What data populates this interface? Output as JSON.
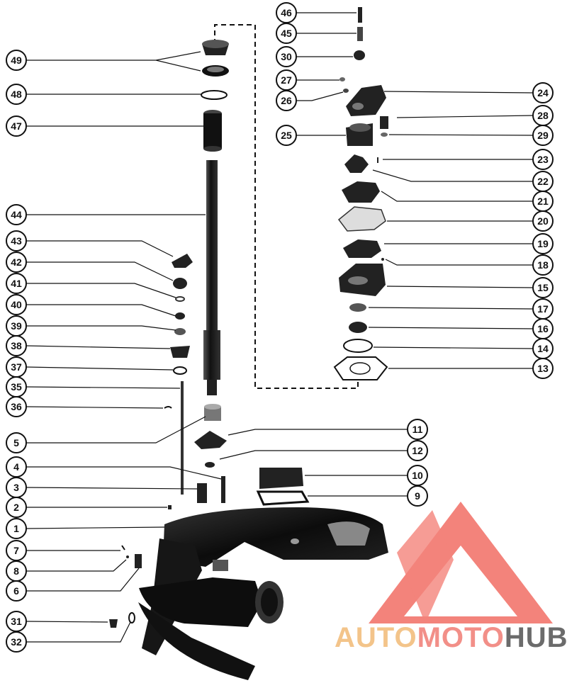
{
  "diagram": {
    "callouts_left": [
      "49",
      "48",
      "47",
      "44",
      "43",
      "42",
      "41",
      "40",
      "39",
      "38",
      "37",
      "35",
      "36",
      "5",
      "4",
      "3",
      "2",
      "1",
      "7",
      "8",
      "6",
      "31",
      "32"
    ],
    "callouts_right": [
      "46",
      "45",
      "30",
      "27",
      "26",
      "25",
      "24",
      "28",
      "29",
      "23",
      "22",
      "21",
      "20",
      "19",
      "18",
      "15",
      "17",
      "16",
      "14",
      "13",
      "11",
      "12",
      "10",
      "9"
    ]
  },
  "watermark": {
    "logo_name": "automotohub-logo",
    "parts": [
      "AUTO",
      "MOTO",
      "HUB"
    ],
    "colors": {
      "auto": "#f3c48a",
      "moto": "#f28f88",
      "hub": "#6b6b6b",
      "triangle": "#f05a4f"
    }
  },
  "colors": {
    "ink": "#111111",
    "paper": "#ffffff"
  }
}
